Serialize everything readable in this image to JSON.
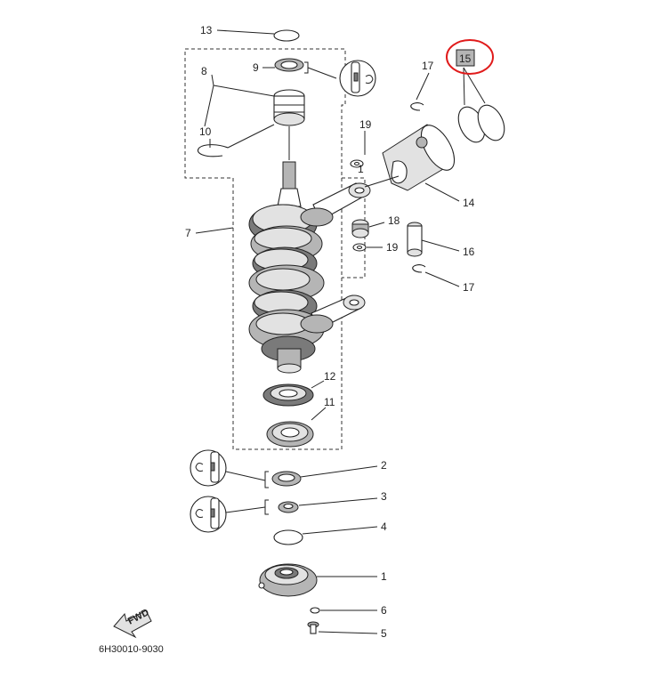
{
  "diagram": {
    "code": "6H30010-9030",
    "fwd_label": "FWD",
    "highlight_color": "#e01b1b",
    "callouts": [
      {
        "id": "c13",
        "text": "13"
      },
      {
        "id": "c9",
        "text": "9"
      },
      {
        "id": "c8",
        "text": "8"
      },
      {
        "id": "c10",
        "text": "10"
      },
      {
        "id": "c7",
        "text": "7"
      },
      {
        "id": "c17a",
        "text": "17"
      },
      {
        "id": "c15",
        "text": "15"
      },
      {
        "id": "c19a",
        "text": "19"
      },
      {
        "id": "c1a",
        "text": "1"
      },
      {
        "id": "c14",
        "text": "14"
      },
      {
        "id": "c18",
        "text": "18"
      },
      {
        "id": "c19b",
        "text": "19"
      },
      {
        "id": "c16",
        "text": "16"
      },
      {
        "id": "c17b",
        "text": "17"
      },
      {
        "id": "c12",
        "text": "12"
      },
      {
        "id": "c11",
        "text": "11"
      },
      {
        "id": "c2",
        "text": "2"
      },
      {
        "id": "c3",
        "text": "3"
      },
      {
        "id": "c4",
        "text": "4"
      },
      {
        "id": "c1b",
        "text": "1"
      },
      {
        "id": "c6",
        "text": "6"
      },
      {
        "id": "c5",
        "text": "5"
      }
    ]
  }
}
